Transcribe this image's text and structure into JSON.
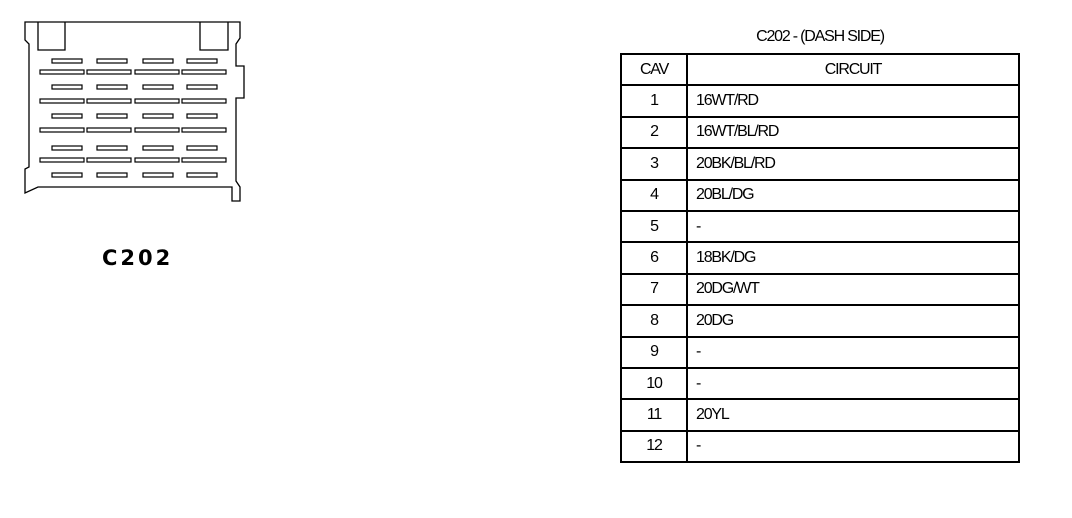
{
  "connector": {
    "label": "C202"
  },
  "table": {
    "title": "C202 - (DASH SIDE)",
    "headers": {
      "cav": "CAV",
      "circuit": "CIRCUIT"
    },
    "rows": [
      {
        "cav": "1",
        "circuit": "16WT/RD"
      },
      {
        "cav": "2",
        "circuit": "16WT/BL/RD"
      },
      {
        "cav": "3",
        "circuit": "20BK/BL/RD"
      },
      {
        "cav": "4",
        "circuit": "20BL/DG"
      },
      {
        "cav": "5",
        "circuit": "-"
      },
      {
        "cav": "6",
        "circuit": "18BK/DG"
      },
      {
        "cav": "7",
        "circuit": "20DG/WT"
      },
      {
        "cav": "8",
        "circuit": "20DG"
      },
      {
        "cav": "9",
        "circuit": "-"
      },
      {
        "cav": "10",
        "circuit": "-"
      },
      {
        "cav": "11",
        "circuit": "20YL"
      },
      {
        "cav": "12",
        "circuit": "-"
      }
    ]
  }
}
